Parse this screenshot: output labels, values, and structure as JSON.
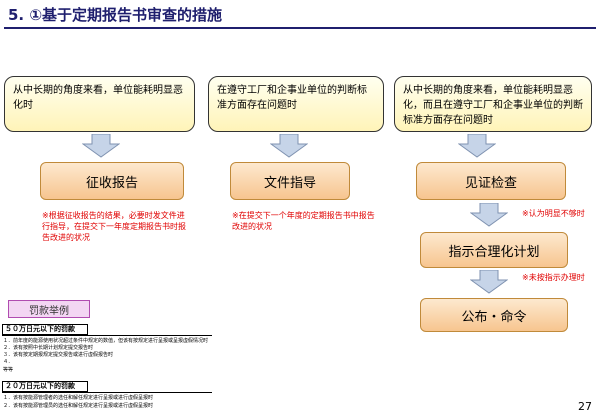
{
  "title": "5.  ①基于定期报告书审查的措施",
  "conditions": [
    "从中长期的角度来看，单位能耗明显恶化时",
    "在遵守工厂和企事业单位的判断标准方面存在问题时",
    "从中长期的角度来看，单位能耗明显恶化，而且在遵守工厂和企事业单位的判断标准方面存在问题时"
  ],
  "actions": {
    "collect_report": "征收报告",
    "document_guidance": "文件指导",
    "witness_inspection": "见证检查",
    "rationalization_plan": "指示合理化计划",
    "announce_order": "公布・命令"
  },
  "notes": {
    "collect_report_note": "※根据征收报告的结果，必要时发文件进行指导，在提交下一年度定期报告书时报告改进的状况",
    "document_guidance_note": "※在提交下一个年度的定期报告书中报告改进的状况",
    "insufficient": "※认为明显不够时",
    "not_followed": "※未按指示办理时"
  },
  "fines": {
    "title": "罚款举例",
    "group1_header": "５０万日元以下的罚款",
    "group1_items": [
      "１．前年度的能源使用状况超过条件中规定的数值，但该有按规定进行呈报或呈报虚假情况时",
      "２．该有按照中长期计划规定提交报告时",
      "３．该有按定期报规定提交报告或进行虚假报告时",
      "４．",
      "等等"
    ],
    "group2_header": "２０万日元以下的罚款",
    "group2_items": [
      "１．该有按能源管理者的选任和解任规定进行呈报或进行虚假呈报时",
      "２．该有按能源管理员的选任和解任规定进行呈报或进行虚假呈报时"
    ]
  },
  "page_number": "27"
}
